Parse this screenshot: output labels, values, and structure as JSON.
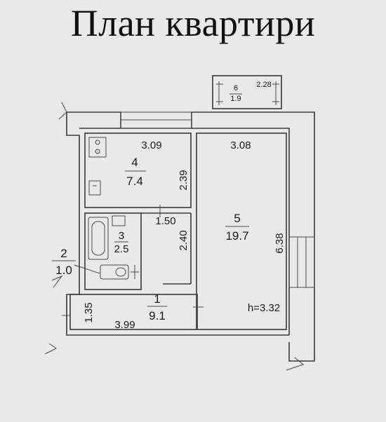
{
  "title": "План квартири",
  "rooms": [
    {
      "number": "1",
      "area": "9.1"
    },
    {
      "number": "2",
      "area": "1.0"
    },
    {
      "number": "3",
      "area": "2.5"
    },
    {
      "number": "4",
      "area": "7.4"
    },
    {
      "number": "5",
      "area": "19.7"
    },
    {
      "number": "6",
      "area": "1.9"
    }
  ],
  "dimensions": {
    "kitchen_width": "3.09",
    "kitchen_depth": "2.39",
    "room5_width": "3.08",
    "room5_depth": "6.38",
    "corridor_depth": "2.40",
    "corridor_width": "1.50",
    "hall_width": "3.99",
    "hall_depth": "1.35",
    "balcony_width": "2.28"
  },
  "ceiling_height": "h=3.32"
}
